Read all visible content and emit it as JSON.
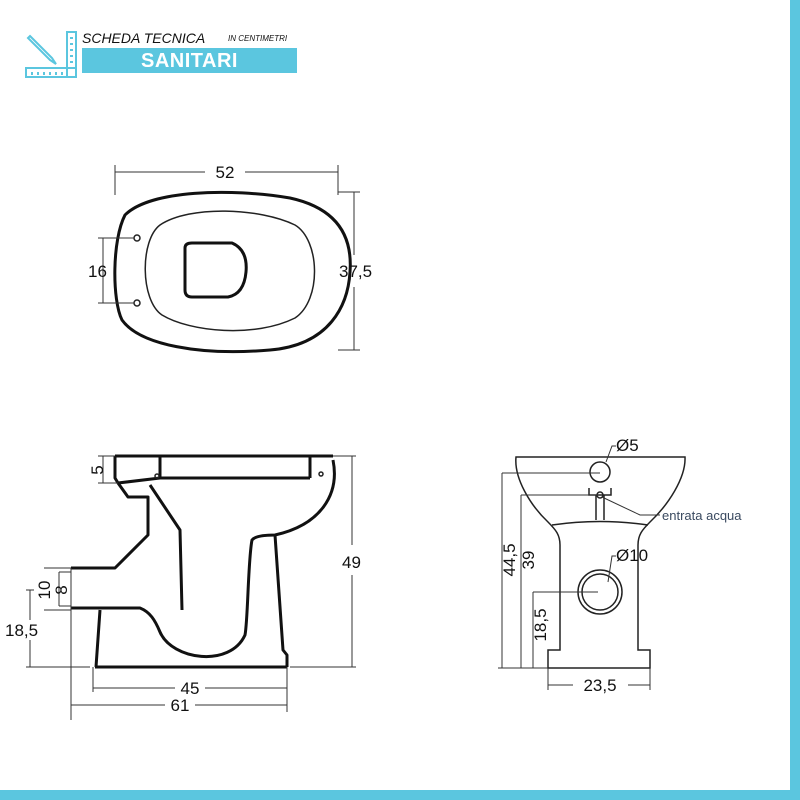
{
  "header": {
    "title": "SCHEDA TECNICA",
    "unit_note": "IN CENTIMETRI",
    "category": "SANITARI",
    "logo_icon": "pencil-ruler-icon"
  },
  "colors": {
    "accent": "#5bc6df",
    "line": "#111111"
  },
  "top_view": {
    "width": "52",
    "depth": "37,5",
    "hinge_spacing": "16"
  },
  "side_view": {
    "seat_thickness": "5",
    "outlet_outer": "10",
    "outlet_inner": "8",
    "outlet_height": "18,5",
    "height": "49",
    "base_length": "45",
    "total_length": "61"
  },
  "front_view": {
    "inlet_diameter": "Ø5",
    "outlet_diameter": "Ø10",
    "water_inlet_label": "entrata acqua",
    "rim_height": "44,5",
    "inlet_height": "39",
    "outlet_height": "18,5",
    "base_width": "23,5"
  }
}
